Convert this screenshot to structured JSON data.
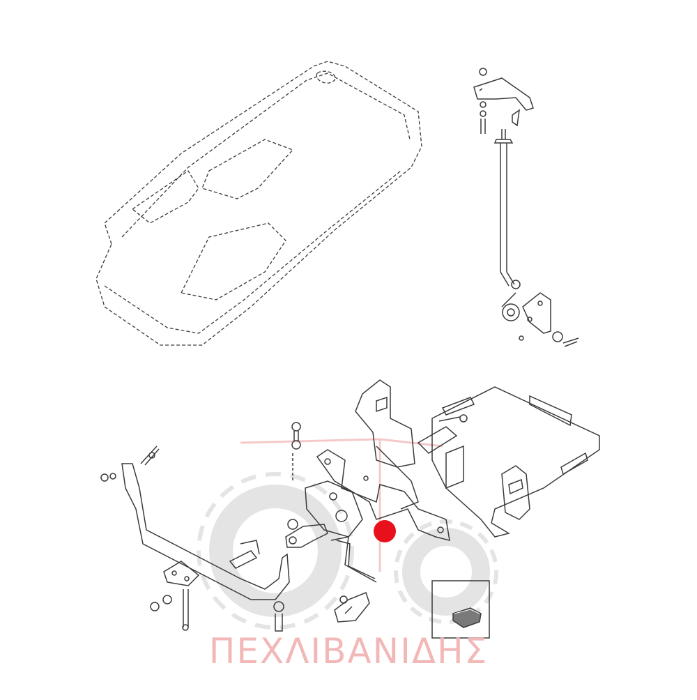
{
  "watermark": {
    "brand_text": "ΠΕΧΛΙΒΑΝΙΔΗΣ",
    "logo": "tractor-wheel-logo",
    "color": "#f2b8b8"
  },
  "marker": {
    "icon": "red-dot-icon",
    "color": "#e8101a"
  },
  "line_color": "#3a3a3a",
  "assemblies": [
    "seat-cushion",
    "seat-link-rod",
    "seat-support-frame",
    "latch-assembly",
    "detail-inset"
  ]
}
